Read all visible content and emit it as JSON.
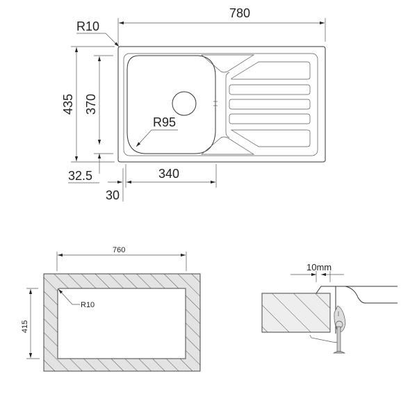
{
  "top_view": {
    "width_label": "780",
    "corner_radius_label": "R10",
    "height_label": "435",
    "bowl_height_label": "370",
    "bowl_radius_label": "R95",
    "bottom_offset_label": "32.5",
    "bowl_width_label": "340",
    "side_offset_label": "30"
  },
  "cutout_view": {
    "width_label": "760",
    "height_label": "415",
    "corner_radius_label": "R10"
  },
  "section_view": {
    "rim_label": "10mm"
  }
}
